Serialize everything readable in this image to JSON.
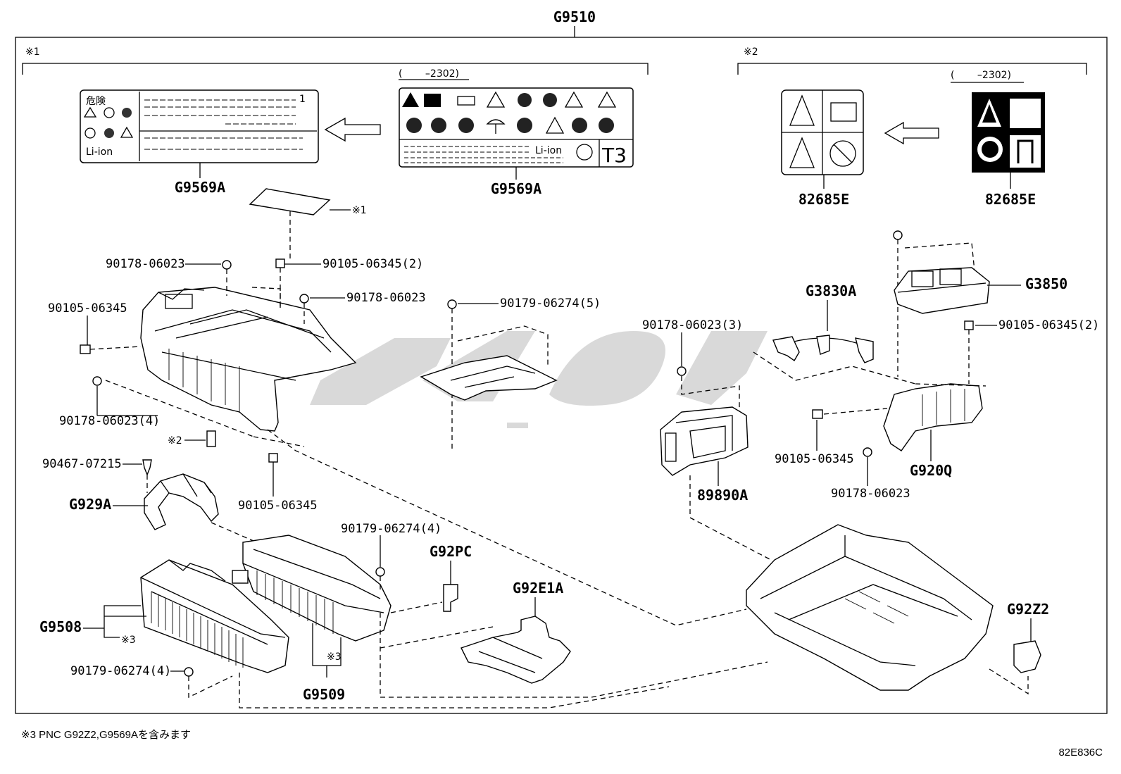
{
  "title": "G9510",
  "groups": {
    "g1": "※1",
    "g2": "※2"
  },
  "date_tags": {
    "left": "(　　 –2302)",
    "right": "(　　 –2302)"
  },
  "labels": {
    "kanji_warning": "危険",
    "li_ion": "Li-ion",
    "t3": "T3",
    "side_1": "1"
  },
  "parts": {
    "label_new": "G9569A",
    "label_old": "G9569A",
    "warn_new": "82685E",
    "warn_old": "82685E",
    "bolt_a": "90178-06023",
    "bolt_b": "90105-06345(2)",
    "bolt_c": "90178-06023",
    "bolt_d": "90105-06345",
    "bolt_e": "90178-06023(4)",
    "bolt_f": "90179-06274(5)",
    "bolt_g": "90105-06345",
    "clip": "90467-07215",
    "duct": "G929A",
    "bolt_h": "90179-06274(4)",
    "g92pc": "G92PC",
    "g92e1a": "G92E1A",
    "g9508": "G9508",
    "bolt_i": "90179-06274(4)",
    "g9509": "G9509",
    "bolt_j": "90178-06023(3)",
    "g3830a": "G3830A",
    "g3850": "G3850",
    "bolt_k": "90105-06345(2)",
    "bolt_l": "90105-06345",
    "bolt_m": "90178-06023",
    "g920q": "G920Q",
    "ecu": "89890A",
    "g92z2": "G92Z2"
  },
  "refs": {
    "r1": "※1",
    "r2": "※2",
    "r3a": "※3",
    "r3b": "※3"
  },
  "footnote": "※3 PNC G92Z2,G9569Aを含みます",
  "figure_no": "82E836C"
}
